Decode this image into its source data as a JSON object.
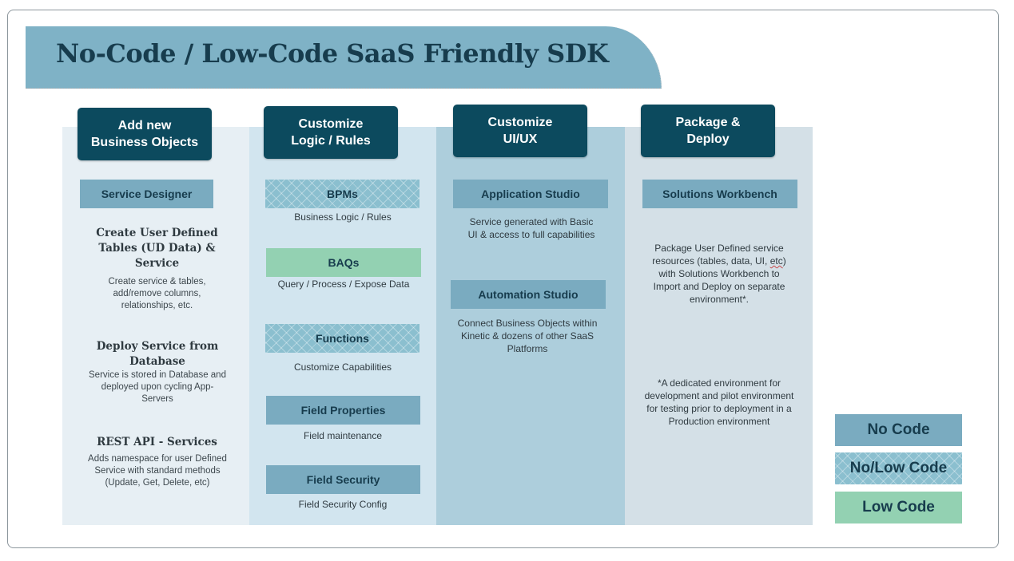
{
  "title": "No-Code / Low-Code SaaS Friendly SDK",
  "columns": [
    {
      "header": "Add new\nBusiness Objects",
      "tool": "Service Designer",
      "sections": [
        {
          "heading": "Create User Defined Tables (UD Data) & Service",
          "text": "Create service & tables, add/remove columns, relationships, etc."
        },
        {
          "heading": "Deploy Service from Database",
          "text": "Service is stored in Database and deployed upon cycling App-Servers"
        },
        {
          "heading": "REST API - Services",
          "text": "Adds namespace for user Defined Service with standard methods (Update, Get, Delete, etc)"
        }
      ]
    },
    {
      "header": "Customize\nLogic / Rules",
      "items": [
        {
          "label": "BPMs",
          "caption": "Business Logic / Rules",
          "type": "no/low code"
        },
        {
          "label": "BAQs",
          "caption": "Query / Process  / Expose Data",
          "type": "low code"
        },
        {
          "label": "Functions",
          "caption": "Customize Capabilities",
          "type": "no/low code"
        },
        {
          "label": "Field Properties",
          "caption": "Field maintenance",
          "type": "no code"
        },
        {
          "label": "Field Security",
          "caption": "Field Security Config",
          "type": "no code"
        }
      ]
    },
    {
      "header": "Customize\nUI/UX",
      "items": [
        {
          "label": "Application Studio",
          "caption": "Service generated with Basic UI & access to full capabilities",
          "type": "no code"
        },
        {
          "label": "Automation Studio",
          "caption": "Connect Business Objects within Kinetic & dozens of other SaaS Platforms",
          "type": "no code"
        }
      ]
    },
    {
      "header": "Package &\nDeploy",
      "tool": "Solutions Workbench",
      "description_parts": [
        "Package User Defined service resources (tables, data, UI, ",
        "etc",
        ")  with Solutions Workbench to Import and Deploy on separate environment*."
      ],
      "footnote": "*A dedicated environment for development and pilot environment for testing prior to deployment in a Production environment"
    }
  ],
  "legend": [
    "No Code",
    "No/Low Code",
    "Low Code"
  ],
  "colors": {
    "header_bg": "#0c4a5e",
    "title_band": "#7fb2c6",
    "no_code": "#7aabc0",
    "low_code": "#93d1b2",
    "no_low_code": "#8bbfcf"
  }
}
